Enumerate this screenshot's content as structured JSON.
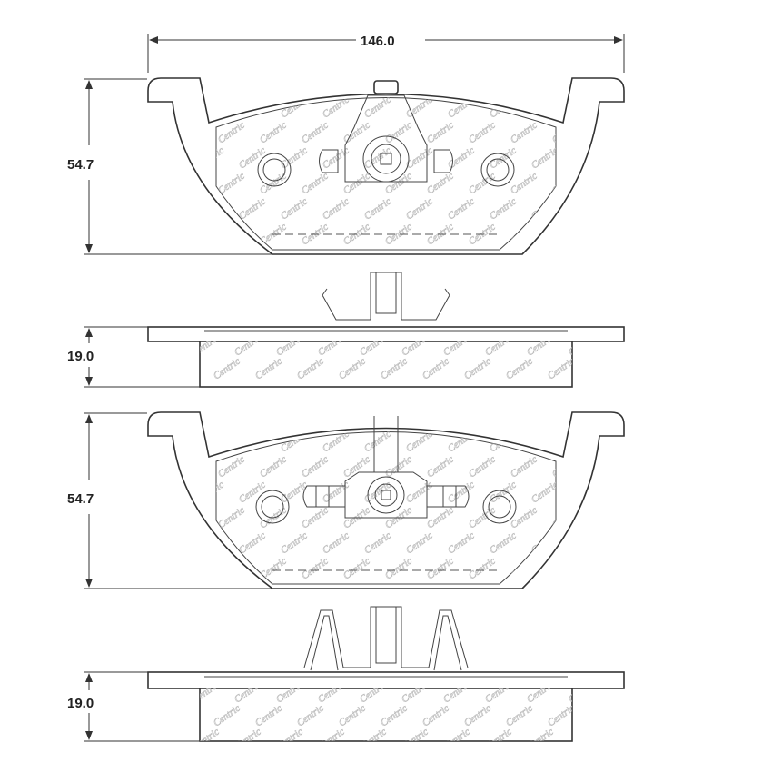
{
  "dimensions": {
    "width": "146.0",
    "pad1_height": "54.7",
    "pad1_thickness": "19.0",
    "pad2_height": "54.7",
    "pad2_thickness": "19.0"
  },
  "watermark": "Centric"
}
